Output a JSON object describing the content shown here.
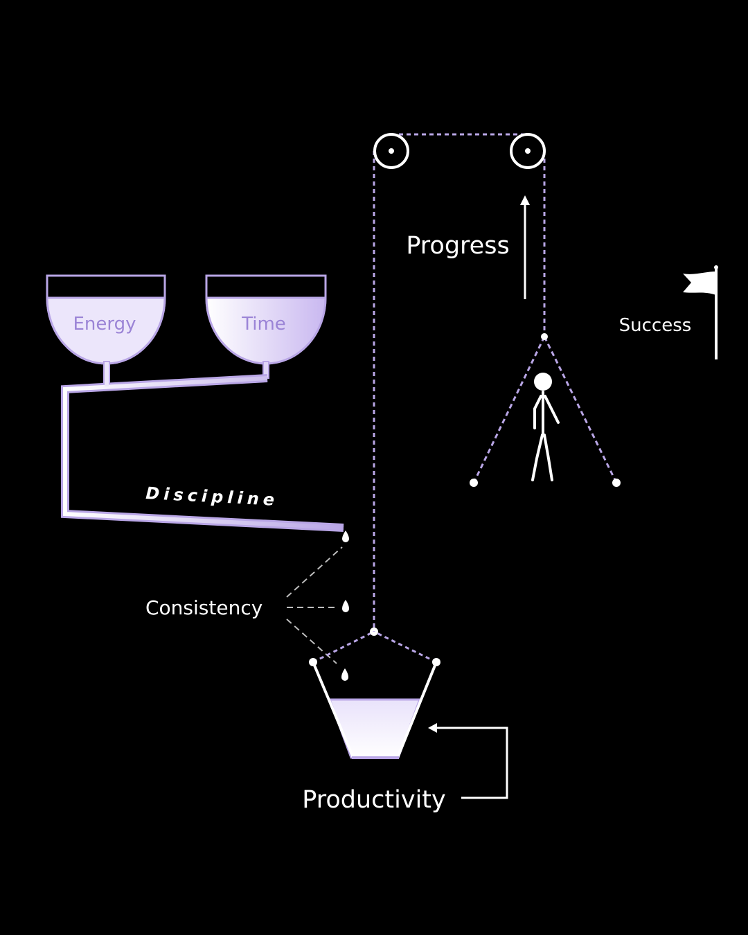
{
  "labels": {
    "energy": "Energy",
    "time": "Time",
    "discipline": "Discipline",
    "consistency": "Consistency",
    "productivity": "Productivity",
    "progress": "Progress",
    "success": "Success"
  },
  "colors": {
    "background": "#000000",
    "lavender": "#b9a6e6",
    "lavender_light": "#ece6fb",
    "line": "#ffffff",
    "bowl_text": "#9b84d6",
    "drip_line": "#bdbdbd"
  },
  "icons": [
    "pulley-icon",
    "flag-icon",
    "stick-figure-icon",
    "water-drop-icon",
    "arrow-up-icon",
    "return-arrow-icon"
  ]
}
